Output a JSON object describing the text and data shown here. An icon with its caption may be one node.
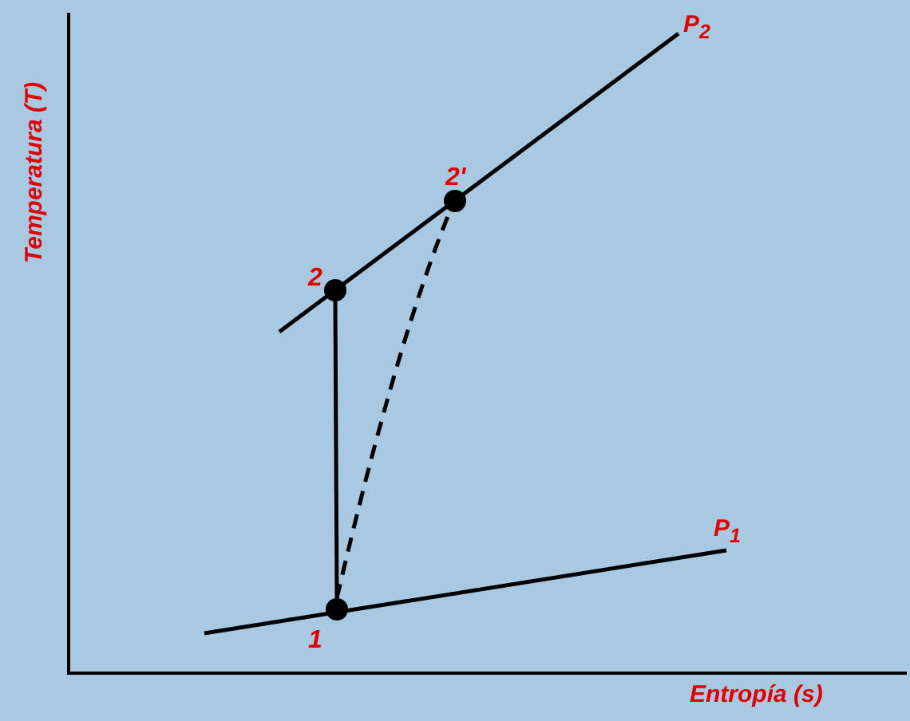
{
  "diagram": {
    "nodes": [
      {
        "text": [],
        "shape": "circle",
        "beside": [
          "1"
        ]
      },
      {
        "text": [],
        "shape": "circle",
        "beside": [
          "2"
        ]
      },
      {
        "text": [],
        "shape": "circle",
        "beside": [
          "2'"
        ]
      }
    ],
    "edges": [
      {
        "from": 0,
        "to": 1,
        "arrow": "none"
      },
      {
        "from": 0,
        "to": 2,
        "arrow": "none",
        "style": "dashed"
      }
    ],
    "labels": [
      "P$_{2}$",
      "P$_{1}$",
      "Temperatura (T)",
      "Entropía (s)"
    ]
  }
}
